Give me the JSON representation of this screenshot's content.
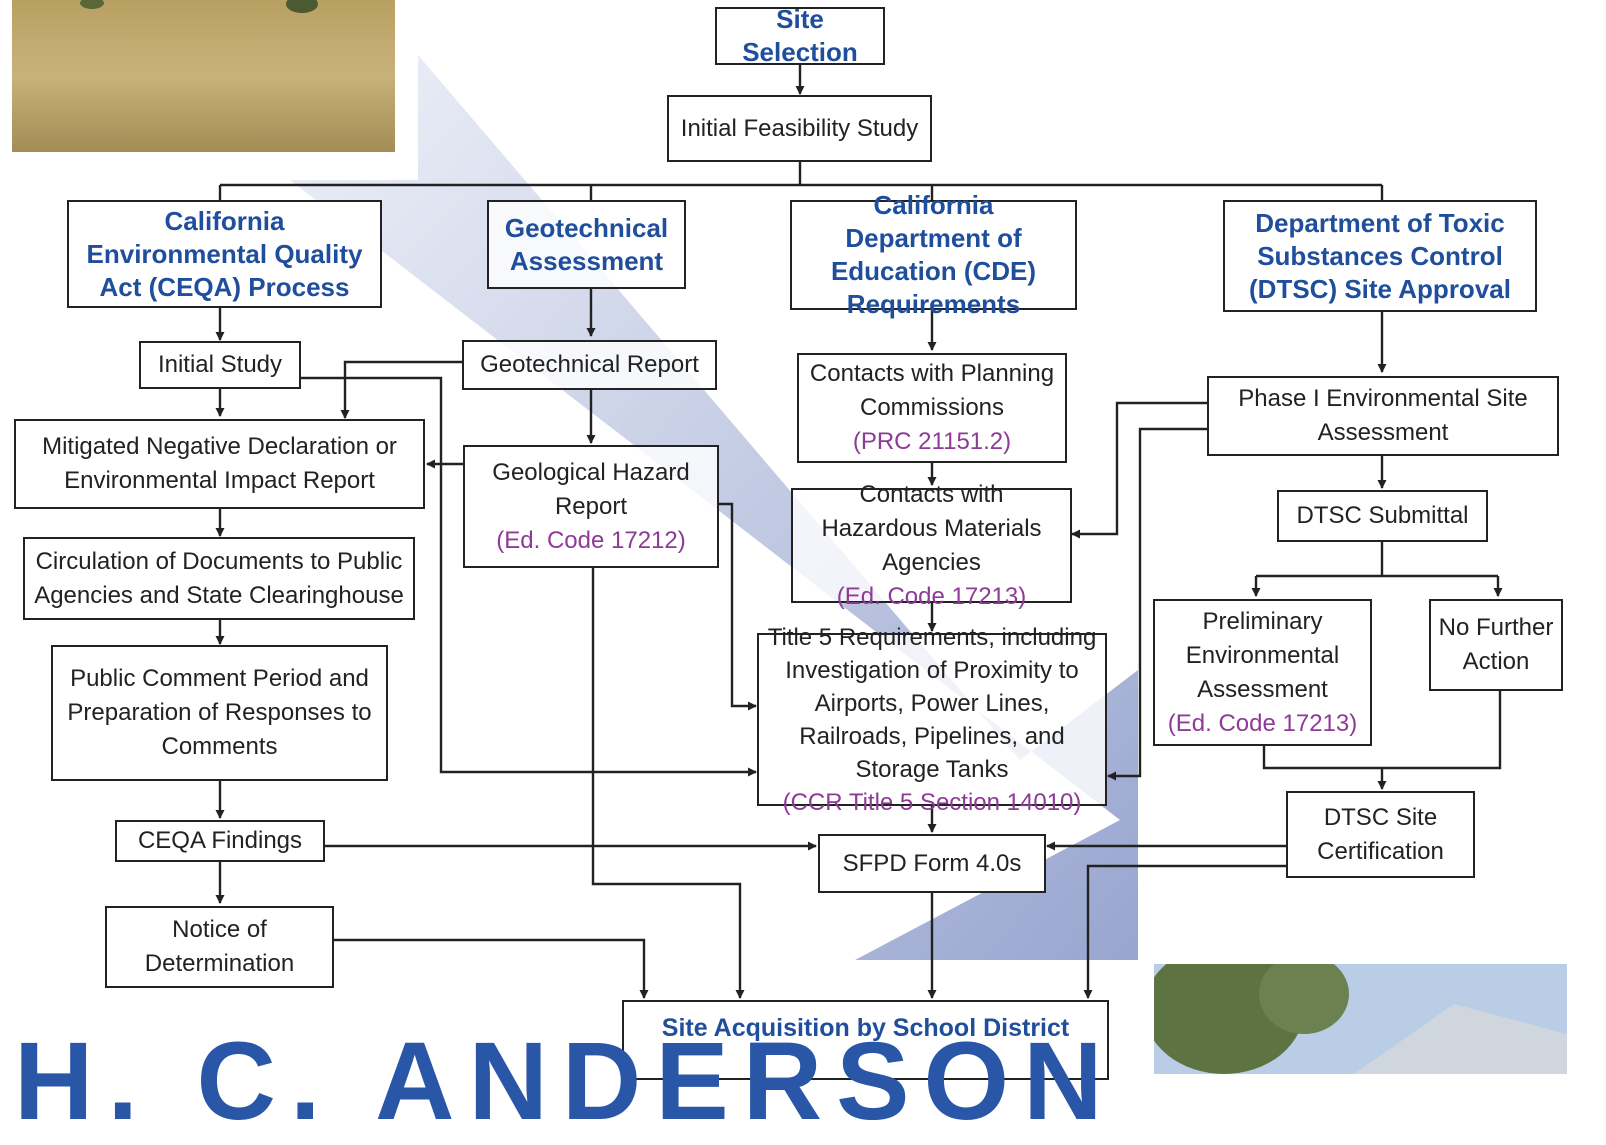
{
  "diagram": {
    "site_selection": "Site Selection",
    "initial_feasibility": "Initial Feasibility Study",
    "ceqa": "California Environmental Quality Act (CEQA) Process",
    "geotech": "Geotechnical Assessment",
    "cde": "California Department of Education (CDE) Requirements",
    "dtsc": "Department of Toxic Substances Control (DTSC) Site Approval",
    "initial_study": "Initial Study",
    "mitigated": "Mitigated Negative Declaration or Environmental Impact Report",
    "circulation": "Circulation of Documents to Public Agencies and State Clearinghouse",
    "public_comment": "Public Comment Period and Preparation of Responses to Comments",
    "ceqa_findings": "CEQA Findings",
    "notice": "Notice of Determination",
    "geotech_report": "Geotechnical Report",
    "geo_hazard": "Geological Hazard Report",
    "geo_hazard_cite": "(Ed. Code 17212)",
    "contacts_planning": "Contacts with Planning Commissions",
    "contacts_planning_cite": "(PRC 21151.2)",
    "contacts_hazmat": "Contacts with Hazardous Materials Agencies",
    "contacts_hazmat_cite": "(Ed. Code 17213)",
    "title5": "Title 5 Requirements, including Investigation of Proximity to Airports, Power Lines, Railroads, Pipelines, and Storage Tanks",
    "title5_cite": "(CCR Title 5 Section 14010)",
    "phase1": "Phase I Environmental Site Assessment",
    "dtsc_submittal": "DTSC Submittal",
    "pea": "Preliminary Environmental Assessment",
    "pea_cite": "(Ed. Code 17213)",
    "no_further": "No Further Action",
    "dtsc_cert": "DTSC Site Certification",
    "sfpd": "SFPD Form 4.0s",
    "site_acq": "Site Acquisition by School District"
  },
  "watermark": "H. C. ANDERSON",
  "colors": {
    "heading": "#1f4e9c",
    "citation": "#8e3a97",
    "arrow": "#8f9fcc",
    "line": "#222222"
  }
}
